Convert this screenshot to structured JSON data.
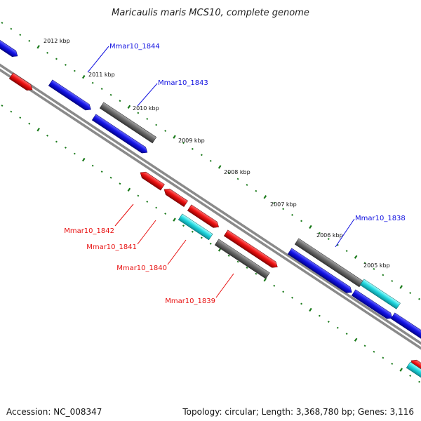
{
  "title": "Maricaulis maris MCS10, complete genome",
  "footer": {
    "accession": "Accession: NC_008347",
    "topology": "Topology: circular; Length: 3,368,780 bp; Genes: 3,116"
  },
  "colors": {
    "blue": "#1010e0",
    "red": "#e81010",
    "gray": "#666666",
    "cyan": "#22d8e0",
    "tick": "#1a7a1a",
    "backbone": "#808080"
  },
  "scale_labels": [
    "2012 kbp",
    "2011 kbp",
    "2010 kbp",
    "2009 kbp",
    "2008 kbp",
    "2007 kbp",
    "2006 kbp",
    "2005 kbp"
  ],
  "gene_labels": [
    {
      "text": "Mmar10_1844",
      "color": "blue"
    },
    {
      "text": "Mmar10_1843",
      "color": "blue"
    },
    {
      "text": "Mmar10_1842",
      "color": "red"
    },
    {
      "text": "Mmar10_1841",
      "color": "red"
    },
    {
      "text": "Mmar10_1840",
      "color": "red"
    },
    {
      "text": "Mmar10_1839",
      "color": "red"
    },
    {
      "text": "Mmar10_1838",
      "color": "blue"
    }
  ]
}
